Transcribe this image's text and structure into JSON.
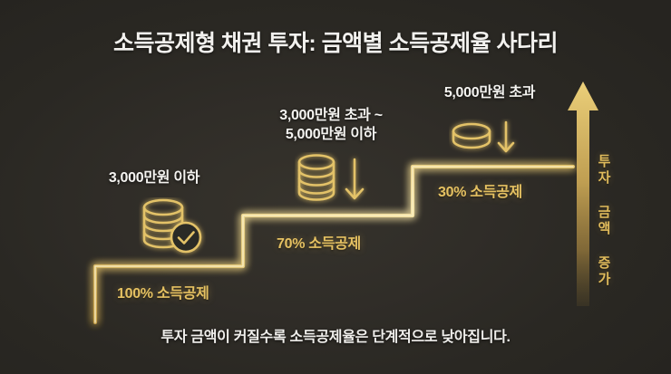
{
  "title": "소득공제형 채권 투자: 금액별 소득공제율 사다리",
  "caption": "투자 금액이 커질수록 소득공제율은 단계적으로 낮아집니다.",
  "growth_axis": {
    "label": "투자 금액 증가",
    "icon": "up-arrow-icon",
    "color": "#e0bb5c"
  },
  "colors": {
    "background": "#2a2823",
    "gold": "#e5c162",
    "gold_bright": "#f7e09a",
    "text_white": "#f4f3f0"
  },
  "tiers": [
    {
      "amount_label": "3,000만원 이하",
      "rate_label": "100% 소득공제",
      "rate_value": 100,
      "icon": "coin-stack-check-icon",
      "step": 1
    },
    {
      "amount_label": "3,000만원 초과 ~\n5,000만원 이하",
      "amount_line1": "3,000만원 초과 ~",
      "amount_line2": "5,000만원 이하",
      "rate_label": "70% 소득공제",
      "rate_value": 70,
      "icon": "coin-stack-down-arrow-icon",
      "step": 2
    },
    {
      "amount_label": "5,000만원 초과",
      "rate_label": "30% 소득공제",
      "rate_value": 30,
      "icon": "single-coin-down-arrow-icon",
      "step": 3
    }
  ]
}
